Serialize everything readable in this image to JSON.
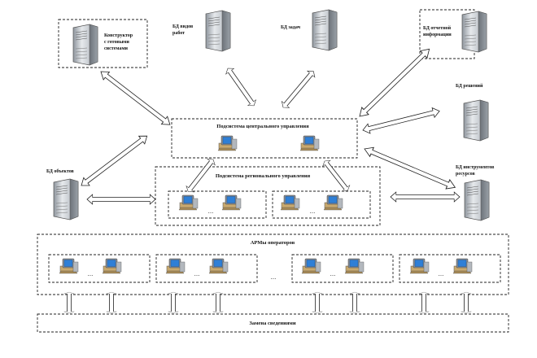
{
  "diagram": {
    "nodes": {
      "constructor": {
        "line1": "Конструктор",
        "line2": "с готовыми",
        "line3": "системами"
      },
      "db_work": {
        "line1": "БД видов",
        "line2": "работ"
      },
      "db_tasks": {
        "line1": "БД задач"
      },
      "db_reports": {
        "line1": "БД отчетной",
        "line2": "информации"
      },
      "db_solutions": {
        "line1": "БД решений"
      },
      "db_objects": {
        "line1": "БД объектов"
      },
      "db_resources": {
        "line1": "БД инструментов",
        "line2": "ресурсов"
      },
      "central": {
        "title": "Подсистема центрального управления"
      },
      "regional": {
        "title": "Подсистема регионального управления"
      },
      "arms": {
        "title": "АРМы операторов",
        "ellipsis": "..."
      },
      "bus": {
        "title": "Замена сведениями"
      },
      "ellipsis": "..."
    },
    "colors": {
      "line": "#222222",
      "arrow_fill": "#ffffff",
      "screen": "#2f7fd6",
      "server": "#b9bfc6"
    }
  }
}
